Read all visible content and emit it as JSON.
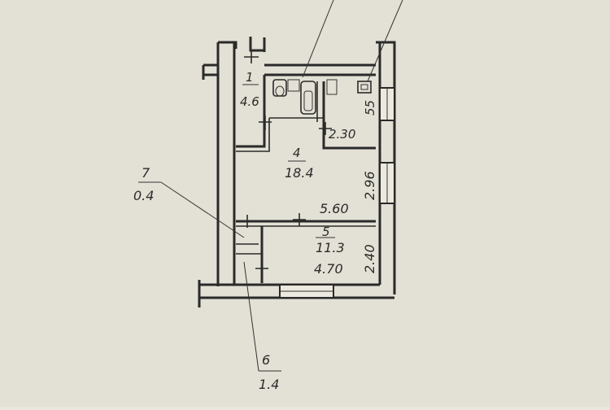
{
  "plan": {
    "rooms": [
      {
        "id": "1",
        "area": "4.6"
      },
      {
        "id": "4",
        "area": "18.4"
      },
      {
        "id": "5",
        "area": "11.3"
      },
      {
        "id": "6",
        "area": "1.4"
      },
      {
        "id": "7",
        "area": "0.4"
      }
    ],
    "dimensions": {
      "room4_width": "5.60",
      "room4_depth": "2.96",
      "room5_width": "4.70",
      "room5_depth": "2.40",
      "bath_width": "2.30",
      "bath_depth": "55"
    }
  },
  "colors": {
    "paper": "#e9e6dc",
    "ink": "#2a2a2a"
  }
}
